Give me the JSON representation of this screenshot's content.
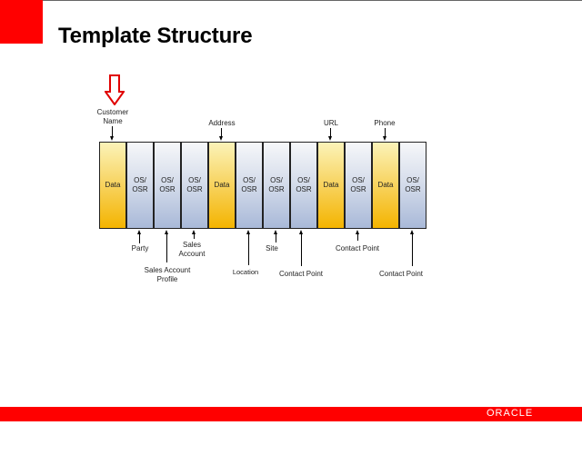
{
  "slide": {
    "title": "Template Structure",
    "brand": "ORACLE",
    "colors": {
      "accent": "#ff0000",
      "data_box": "#f4b400",
      "os_box": "#a9b9d8"
    }
  },
  "diagram": {
    "boxes": [
      {
        "type": "data",
        "label": "Data"
      },
      {
        "type": "os",
        "label": "OS/\nOSR"
      },
      {
        "type": "os",
        "label": "OS/\nOSR"
      },
      {
        "type": "os",
        "label": "OS/\nOSR"
      },
      {
        "type": "data",
        "label": "Data"
      },
      {
        "type": "os",
        "label": "OS/\nOSR"
      },
      {
        "type": "os",
        "label": "OS/\nOSR"
      },
      {
        "type": "os",
        "label": "OS/\nOSR"
      },
      {
        "type": "data",
        "label": "Data"
      },
      {
        "type": "os",
        "label": "OS/\nOSR"
      },
      {
        "type": "data",
        "label": "Data"
      },
      {
        "type": "os",
        "label": "OS/\nOSR"
      }
    ],
    "top_labels": {
      "customer_name": "Customer\nName",
      "address": "Address",
      "url": "URL",
      "phone": "Phone"
    },
    "bottom_labels": {
      "party": "Party",
      "sales_account_profile": "Sales Account\nProfile",
      "sales_account": "Sales\nAccount",
      "location": "Location",
      "site": "Site",
      "contact_point_1": "Contact Point",
      "contact_point_2": "Contact Point",
      "contact_point_3": "Contact Point"
    },
    "highlight_icon": "red-down-arrow-icon"
  }
}
